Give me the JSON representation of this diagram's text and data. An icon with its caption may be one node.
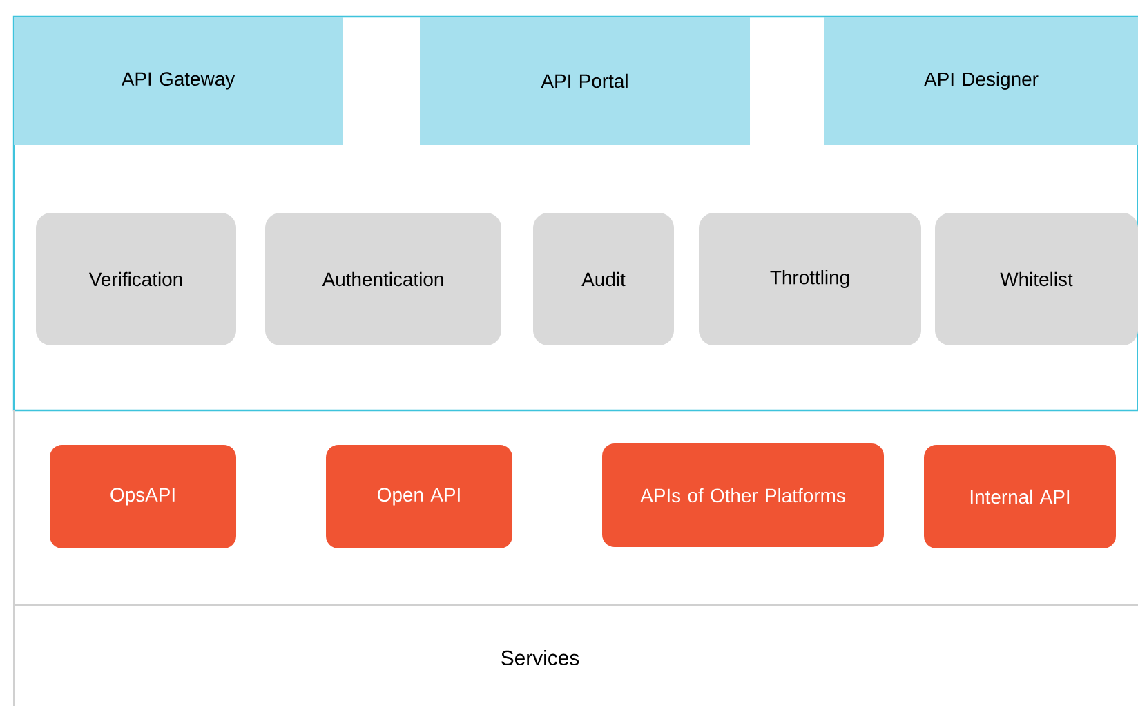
{
  "diagram": {
    "nodes": [
      {
        "text": [
          "API Gateway"
        ]
      },
      {
        "text": [
          "API Portal"
        ]
      },
      {
        "text": [
          "API Designer"
        ]
      },
      {
        "text": [
          "Verification"
        ]
      },
      {
        "text": [
          "Authentication"
        ]
      },
      {
        "text": [
          "Audit"
        ]
      },
      {
        "text": [
          "Throttling"
        ]
      },
      {
        "text": [
          "Whitelist"
        ]
      },
      {
        "text": [
          "OpsAPI"
        ]
      },
      {
        "text": [
          "Open API"
        ]
      },
      {
        "text": [
          "APIs of Other Platforms"
        ]
      },
      {
        "text": [
          "Internal API"
        ]
      }
    ],
    "labels": [
      "Services"
    ]
  }
}
